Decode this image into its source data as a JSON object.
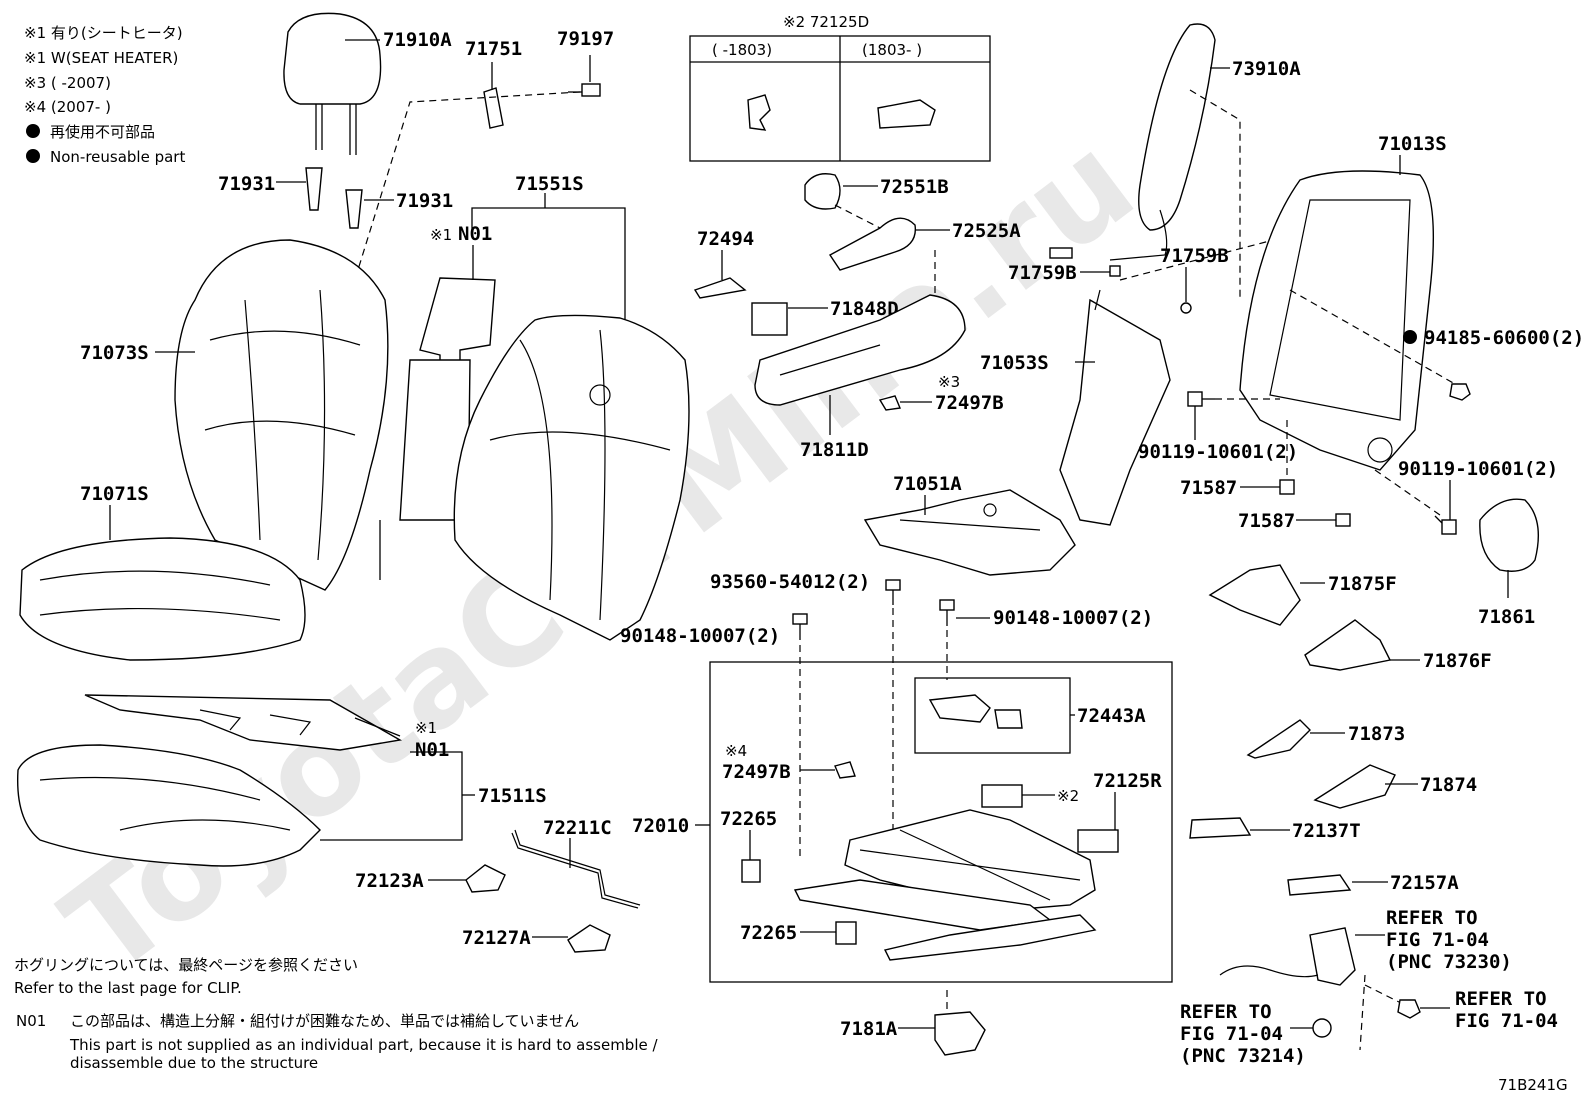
{
  "watermark": "ToyotaCarMine.ru",
  "figure_code": "71B241G",
  "legend": {
    "note1_jp": "※1 有り(シートヒータ)",
    "note1_en": "※1 W(SEAT HEATER)",
    "note3": "※3 (      -2007)",
    "note4": "※4 (2007-      )",
    "nonreuse_jp": "再使用不可部品",
    "nonreuse_en": "Non-reusable part"
  },
  "table_72125D": {
    "title": "※2 72125D",
    "col1": "(      -1803)",
    "col2": "(1803-      )"
  },
  "footer": {
    "clip_jp": "ホグリングについては、最終ページを参照ください",
    "clip_en": "Refer to the last page for CLIP.",
    "n01_code": "N01",
    "n01_jp": "この部品は、構造上分解・組付けが困難なため、単品では補給していません",
    "n01_en1": "This part is not supplied as an individual part, because it is hard to assemble /",
    "n01_en2": "disassemble due to the structure"
  },
  "labels": {
    "p71910A": "71910A",
    "p71751": "71751",
    "p79197": "79197",
    "p71931a": "71931",
    "p71931b": "71931",
    "p71551S": "71551S",
    "pN01a_mark": "※1",
    "pN01a": "N01",
    "p71073S": "71073S",
    "p71071S": "71071S",
    "pN01b_mark": "※1",
    "pN01b": "N01",
    "p71511S": "71511S",
    "p72211C": "72211C",
    "p72123A": "72123A",
    "p72127A": "72127A",
    "p72551B": "72551B",
    "p72525A": "72525A",
    "p72494": "72494",
    "p71848D": "71848D",
    "p72497B_mark": "※3",
    "p72497B": "72497B",
    "p71811D": "71811D",
    "p71051A": "71051A",
    "p93560": "93560-54012(2)",
    "p90148a": "90148-10007(2)",
    "p90148b": "90148-10007(2)",
    "p72443A": "72443A",
    "p72497B2_mark": "※4",
    "p72497B2": "72497B",
    "p72010": "72010",
    "p72265a": "72265",
    "p72265b": "72265",
    "p72125R_mark": "※2",
    "p72125R": "72125R",
    "p7181A": "7181A",
    "p73910A": "73910A",
    "p71013S": "71013S",
    "p71759Ba": "71759B",
    "p71759Bb": "71759B",
    "p71053S": "71053S",
    "p94185": "94185-60600(2)",
    "p90119a": "90119-10601(2)",
    "p90119b": "90119-10601(2)",
    "p71587a": "71587",
    "p71587b": "71587",
    "p71861": "71861",
    "p71875F": "71875F",
    "p71876F": "71876F",
    "p71873": "71873",
    "p71874": "71874",
    "p72137T": "72137T",
    "p72157A": "72157A",
    "ref1_l1": "REFER TO",
    "ref1_l2": "FIG 71-04",
    "ref1_l3": "(PNC 73230)",
    "ref2_l1": "REFER TO",
    "ref2_l2": "FIG 71-04",
    "ref3_l1": "REFER TO",
    "ref3_l2": "FIG 71-04",
    "ref3_l3": "(PNC 73214)"
  }
}
